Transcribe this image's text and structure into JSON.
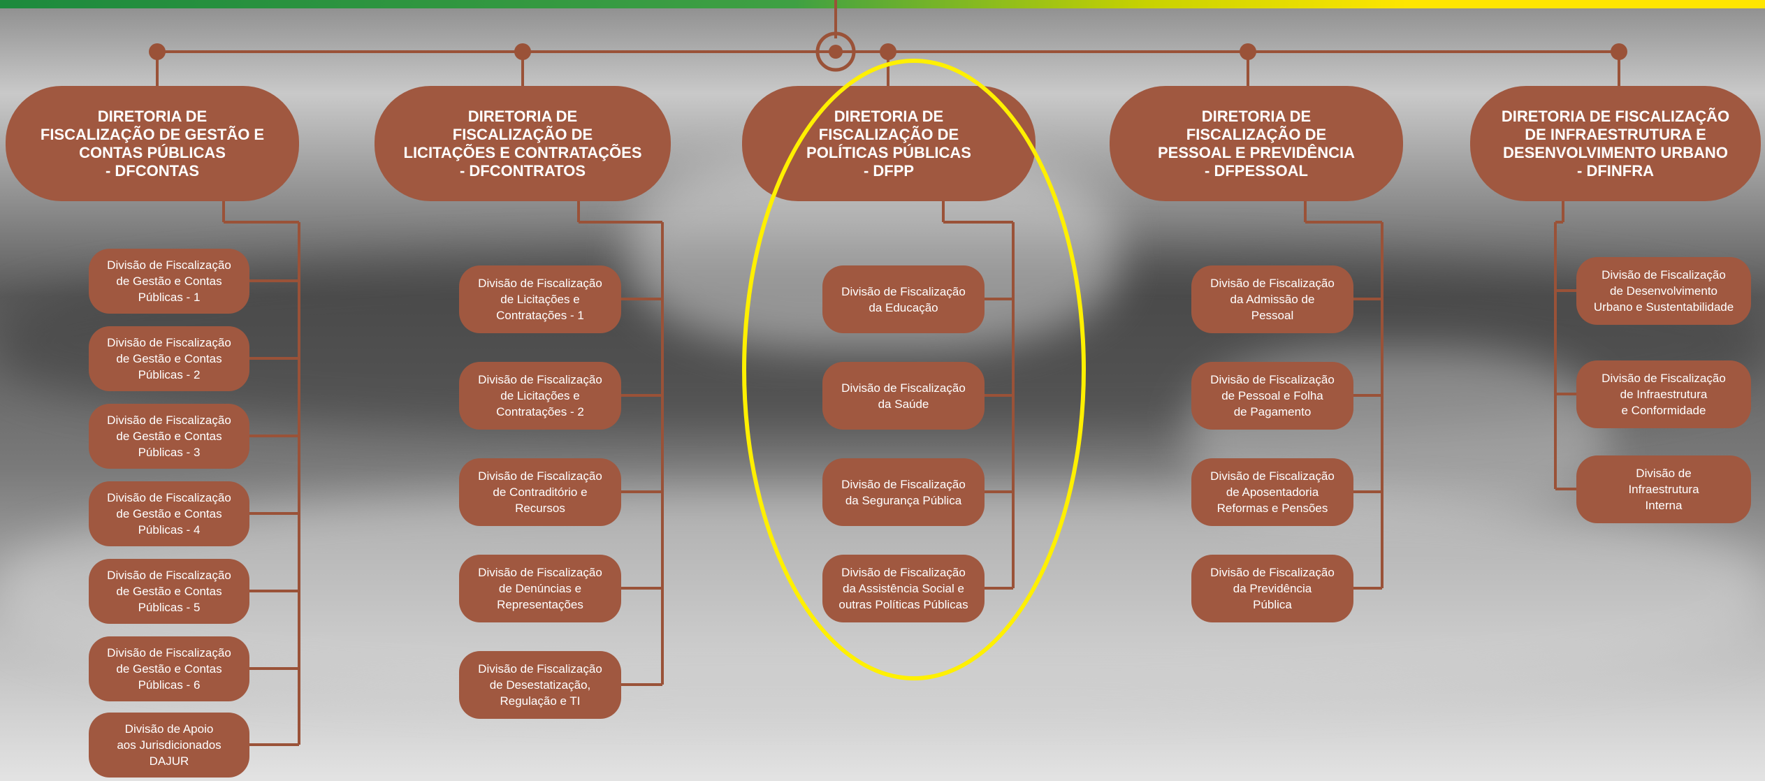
{
  "colors": {
    "box": "#a05840",
    "line": "#9a5238",
    "highlight": "#fff000"
  },
  "directorates": [
    {
      "title": "DIRETORIA DE\nFISCALIZAÇÃO DE GESTÃO E\nCONTAS PÚBLICAS\n- DFCONTAS",
      "divisions": [
        "Divisão de Fiscalização\nde Gestão e Contas\nPúblicas - 1",
        "Divisão de Fiscalização\nde Gestão e Contas\nPúblicas - 2",
        "Divisão de Fiscalização\nde Gestão e Contas\nPúblicas - 3",
        "Divisão de Fiscalização\nde Gestão e Contas\nPúblicas - 4",
        "Divisão de Fiscalização\nde Gestão e Contas\nPúblicas - 5",
        "Divisão de Fiscalização\nde Gestão e Contas\nPúblicas - 6",
        "Divisão de Apoio\naos Jurisdicionados\nDAJUR"
      ]
    },
    {
      "title": "DIRETORIA DE\nFISCALIZAÇÃO DE\nLICITAÇÕES E CONTRATAÇÕES\n- DFCONTRATOS",
      "divisions": [
        "Divisão de Fiscalização\nde Licitações e\nContratações - 1",
        "Divisão de Fiscalização\nde Licitações e\nContratações - 2",
        "Divisão de Fiscalização\nde Contraditório e\nRecursos",
        "Divisão de Fiscalização\nde Denúncias e\nRepresentações",
        "Divisão de Fiscalização\nde Desestatização,\nRegulação e TI"
      ]
    },
    {
      "title": "DIRETORIA DE\nFISCALIZAÇÃO DE\nPOLÍTICAS PÚBLICAS\n- DFPP",
      "divisions": [
        "Divisão de Fiscalização\nda Educação",
        "Divisão de Fiscalização\nda Saúde",
        "Divisão de Fiscalização\nda Segurança Pública",
        "Divisão de Fiscalização\nda Assistência Social e\noutras Políticas Públicas"
      ]
    },
    {
      "title": "DIRETORIA DE\nFISCALIZAÇÃO DE\nPESSOAL E PREVIDÊNCIA\n- DFPESSOAL",
      "divisions": [
        "Divisão de Fiscalização\nda Admissão de\nPessoal",
        "Divisão de Fiscalização\nde Pessoal e Folha\nde Pagamento",
        "Divisão de Fiscalização\nde Aposentadoria\nReformas e Pensões",
        "Divisão de Fiscalização\nda Previdência\nPública"
      ]
    },
    {
      "title": "DIRETORIA DE FISCALIZAÇÃO\nDE INFRAESTRUTURA E\nDESENVOLVIMENTO URBANO\n- DFINFRA",
      "divisions": [
        "Divisão de Fiscalização\nde Desenvolvimento\nUrbano e Sustentabilidade",
        "Divisão de Fiscalização\nde Infraestrutura\ne Conformidade",
        "Divisão de\nInfraestrutura\nInterna"
      ]
    }
  ]
}
